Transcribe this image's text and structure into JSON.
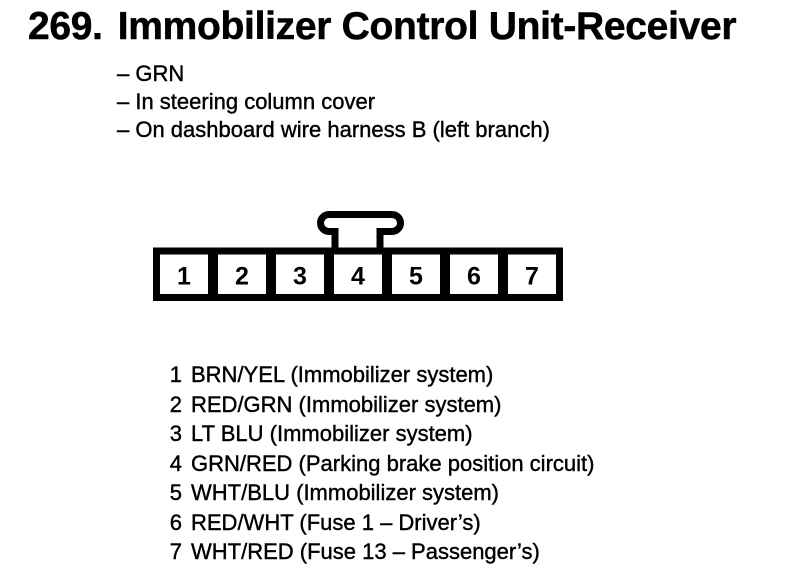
{
  "page": {
    "number": "269.",
    "title": "Immobilizer Control Unit-Receiver"
  },
  "details": [
    {
      "text": "– GRN"
    },
    {
      "text": "– In steering column cover"
    },
    {
      "text": "– On dashboard wire harness B (left branch)"
    }
  ],
  "connector": {
    "cavities": [
      "1",
      "2",
      "3",
      "4",
      "5",
      "6",
      "7"
    ]
  },
  "pins": [
    {
      "number": "1",
      "description": "BRN/YEL (Immobilizer system)"
    },
    {
      "number": "2",
      "description": "RED/GRN (Immobilizer system)"
    },
    {
      "number": "3",
      "description": "LT BLU (Immobilizer system)"
    },
    {
      "number": "4",
      "description": "GRN/RED (Parking brake position circuit)"
    },
    {
      "number": "5",
      "description": "WHT/BLU (Immobilizer system)"
    },
    {
      "number": "6",
      "description": "RED/WHT (Fuse 1 – Driver’s)"
    },
    {
      "number": "7",
      "description": "WHT/RED (Fuse 13 – Passenger’s)"
    }
  ],
  "colors": {
    "ink": "#000000",
    "paper": "#ffffff"
  }
}
